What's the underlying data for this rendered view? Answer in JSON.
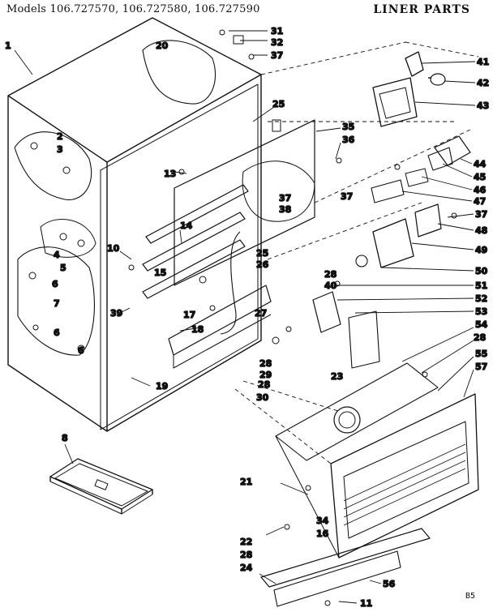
{
  "header": {
    "models": "Models 106.727570, 106.727580, 106.727590",
    "title": "LINER PARTS"
  },
  "footer_code": "B5",
  "callouts": [
    {
      "id": "c1",
      "text": "1"
    },
    {
      "id": "c2",
      "text": "2"
    },
    {
      "id": "c3",
      "text": "3"
    },
    {
      "id": "c4",
      "text": "4"
    },
    {
      "id": "c5",
      "text": "5"
    },
    {
      "id": "c6a",
      "text": "6"
    },
    {
      "id": "c6b",
      "text": "6"
    },
    {
      "id": "c6c",
      "text": "6"
    },
    {
      "id": "c7",
      "text": "7"
    },
    {
      "id": "c8",
      "text": "8"
    },
    {
      "id": "c10",
      "text": "10"
    },
    {
      "id": "c11",
      "text": "11"
    },
    {
      "id": "c13",
      "text": "13"
    },
    {
      "id": "c14",
      "text": "14"
    },
    {
      "id": "c15",
      "text": "15"
    },
    {
      "id": "c16",
      "text": "16"
    },
    {
      "id": "c17",
      "text": "17"
    },
    {
      "id": "c18",
      "text": "18"
    },
    {
      "id": "c19",
      "text": "19"
    },
    {
      "id": "c20",
      "text": "20"
    },
    {
      "id": "c21",
      "text": "21"
    },
    {
      "id": "c22",
      "text": "22"
    },
    {
      "id": "c23",
      "text": "23"
    },
    {
      "id": "c24",
      "text": "24"
    },
    {
      "id": "c25a",
      "text": "25"
    },
    {
      "id": "c25b",
      "text": "25"
    },
    {
      "id": "c26",
      "text": "26"
    },
    {
      "id": "c27",
      "text": "27"
    },
    {
      "id": "c28a",
      "text": "28"
    },
    {
      "id": "c28b",
      "text": "28"
    },
    {
      "id": "c28c",
      "text": "28"
    },
    {
      "id": "c28d",
      "text": "28"
    },
    {
      "id": "c28e",
      "text": "28"
    },
    {
      "id": "c29",
      "text": "29"
    },
    {
      "id": "c30",
      "text": "30"
    },
    {
      "id": "c31",
      "text": "31"
    },
    {
      "id": "c32",
      "text": "32"
    },
    {
      "id": "c34",
      "text": "34"
    },
    {
      "id": "c35",
      "text": "35"
    },
    {
      "id": "c36",
      "text": "36"
    },
    {
      "id": "c37a",
      "text": "37"
    },
    {
      "id": "c37b",
      "text": "37"
    },
    {
      "id": "c37c",
      "text": "37"
    },
    {
      "id": "c37d",
      "text": "37"
    },
    {
      "id": "c38",
      "text": "38"
    },
    {
      "id": "c39",
      "text": "39"
    },
    {
      "id": "c40",
      "text": "40"
    },
    {
      "id": "c41",
      "text": "41"
    },
    {
      "id": "c42",
      "text": "42"
    },
    {
      "id": "c43",
      "text": "43"
    },
    {
      "id": "c44",
      "text": "44"
    },
    {
      "id": "c45",
      "text": "45"
    },
    {
      "id": "c46",
      "text": "46"
    },
    {
      "id": "c47",
      "text": "47"
    },
    {
      "id": "c48",
      "text": "48"
    },
    {
      "id": "c49",
      "text": "49"
    },
    {
      "id": "c50",
      "text": "50"
    },
    {
      "id": "c51",
      "text": "51"
    },
    {
      "id": "c52",
      "text": "52"
    },
    {
      "id": "c53",
      "text": "53"
    },
    {
      "id": "c54",
      "text": "54"
    },
    {
      "id": "c55",
      "text": "55"
    },
    {
      "id": "c56",
      "text": "56"
    },
    {
      "id": "c57",
      "text": "57"
    }
  ]
}
